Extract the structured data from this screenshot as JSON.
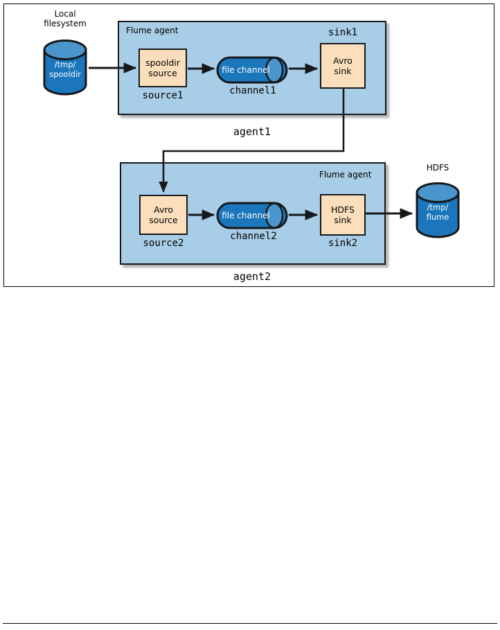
{
  "figure": {
    "type": "flume-multi-agent-dataflow-diagram",
    "title_visible": false
  },
  "external_stores": {
    "local_filesystem": {
      "caption": "Local\nfilesystem",
      "caption_line1": "Local",
      "caption_line2": "filesystem",
      "label_line1": "/tmp/",
      "label_line2": "spooldir",
      "icon": "database-cylinder-icon"
    },
    "hdfs": {
      "caption": "HDFS",
      "label_line1": "/tmp/",
      "label_line2": "flume",
      "icon": "database-cylinder-icon"
    }
  },
  "agents": [
    {
      "id": "agent1",
      "caption": "agent1",
      "inner_label": "Flume agent",
      "source": {
        "title_line1": "spooldir",
        "title_line2": "source",
        "name": "source1"
      },
      "channel": {
        "title": "file channel",
        "name": "channel1"
      },
      "sink": {
        "title_line1": "Avro",
        "title_line2": "sink",
        "name": "sink1"
      }
    },
    {
      "id": "agent2",
      "caption": "agent2",
      "inner_label": "Flume agent",
      "source": {
        "title_line1": "Avro",
        "title_line2": "source",
        "name": "source2"
      },
      "channel": {
        "title": "file channel",
        "name": "channel2"
      },
      "sink": {
        "title_line1": "HDFS",
        "title_line2": "sink",
        "name": "sink2"
      }
    }
  ],
  "colors": {
    "agent_box_fill": "#a8cde6",
    "component_box_fill": "#fbdfbc",
    "cylinder_body": "#1b76bc",
    "cylinder_top": "#4a95cb",
    "cylinder_cap_light": "#4a95cb",
    "stroke": "#16181c",
    "text": "#000000",
    "channel_text": "#ffffff",
    "page_background": "#ffffff"
  },
  "connectors": [
    {
      "from": "local_filesystem",
      "to": "source1",
      "style": "arrow-right"
    },
    {
      "from": "source1",
      "to": "channel1",
      "style": "arrow-right"
    },
    {
      "from": "channel1",
      "to": "sink1",
      "style": "arrow-right"
    },
    {
      "from": "sink1",
      "to": "source2",
      "style": "elbow-arrow-down"
    },
    {
      "from": "source2",
      "to": "channel2",
      "style": "arrow-right"
    },
    {
      "from": "channel2",
      "to": "sink2",
      "style": "arrow-right"
    },
    {
      "from": "sink2",
      "to": "hdfs",
      "style": "arrow-right"
    }
  ]
}
